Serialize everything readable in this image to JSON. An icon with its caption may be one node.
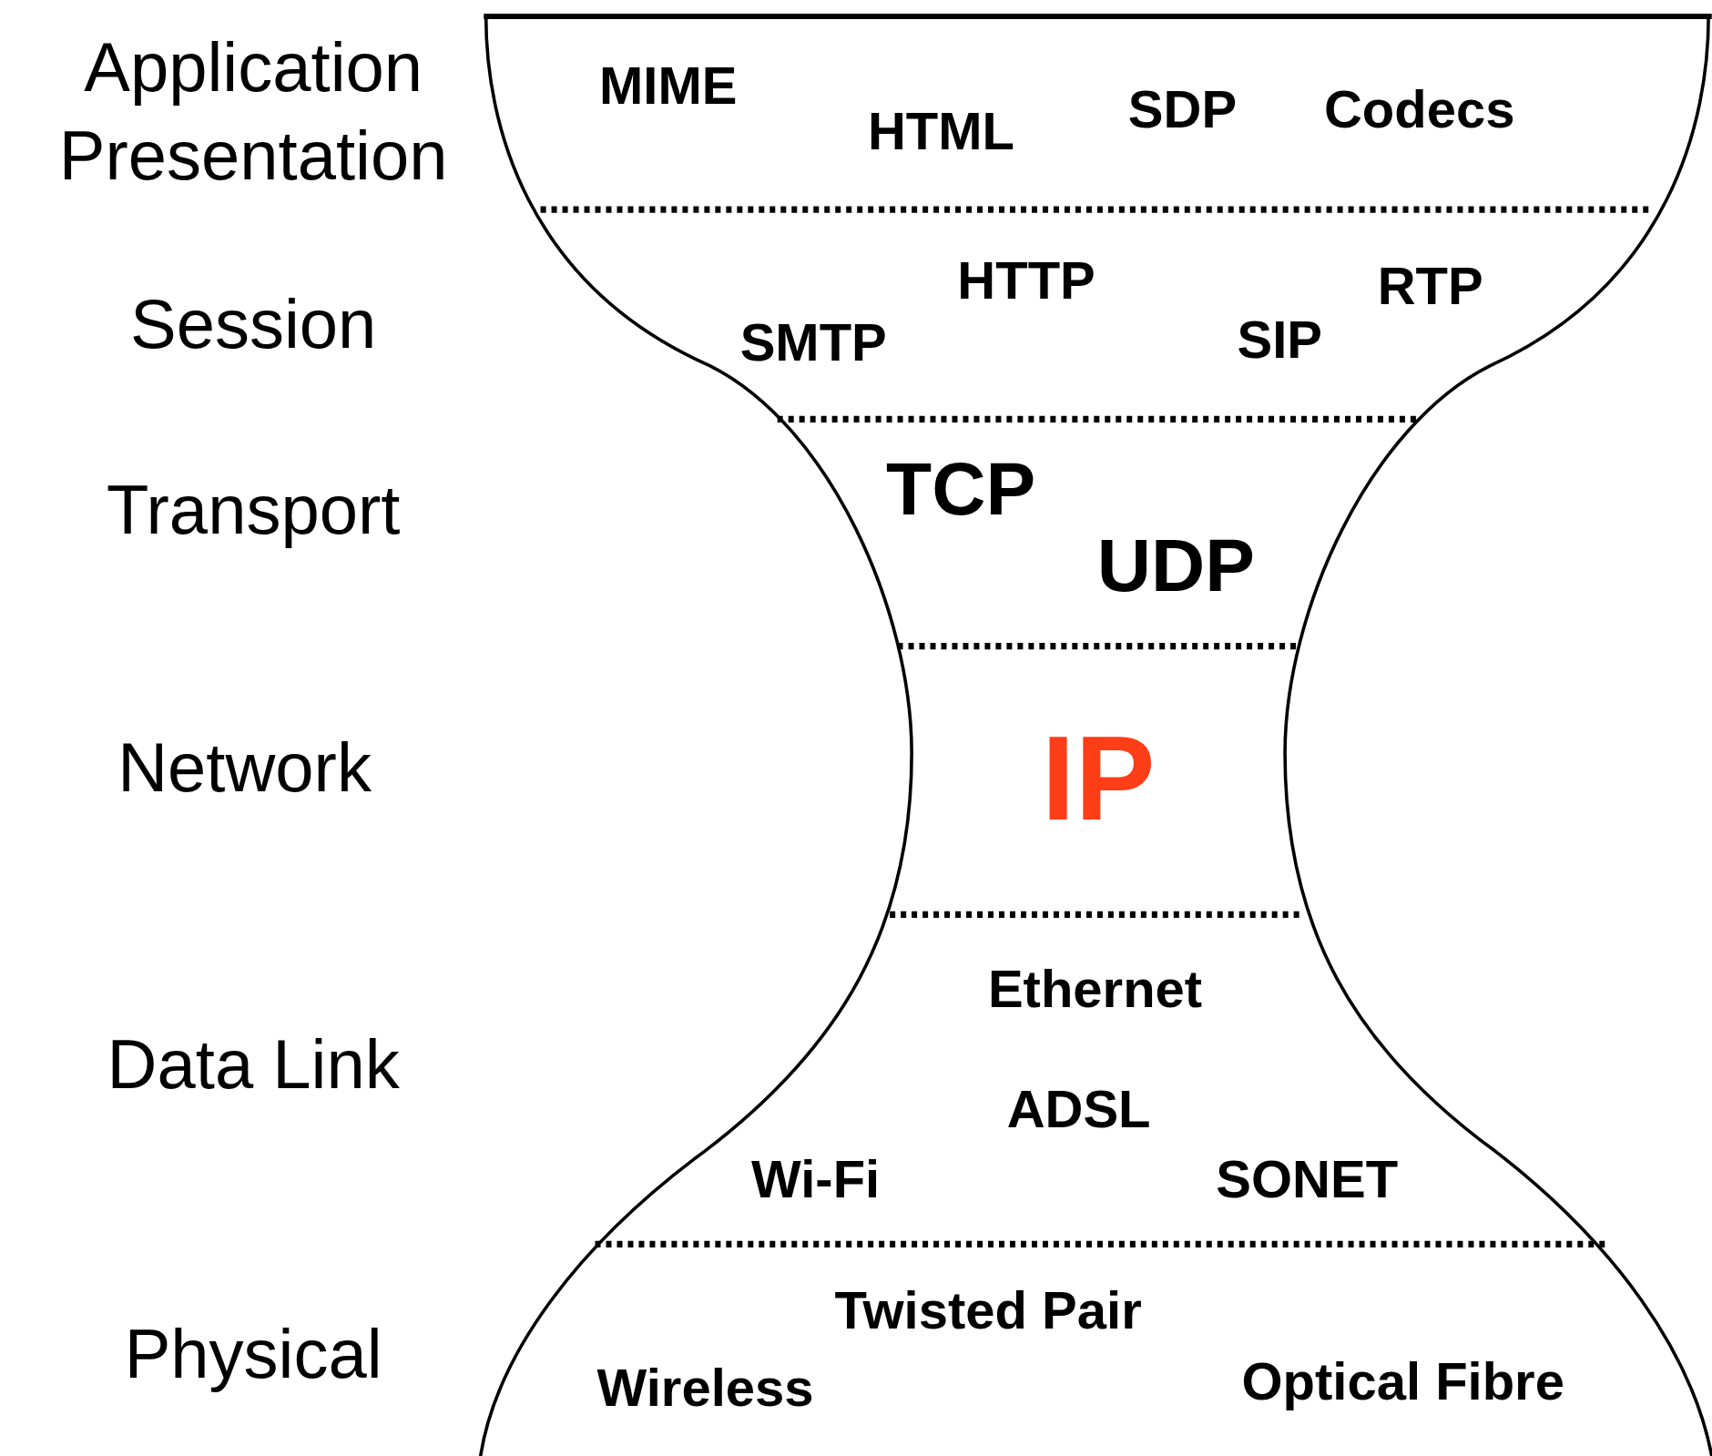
{
  "diagram": {
    "labels": [
      "Application",
      "Presentation",
      "MIME",
      "HTML",
      "SDP",
      "Codecs",
      "Session",
      "HTTP",
      "RTP",
      "SMTP",
      "SIP",
      "Transport",
      "TCP",
      "UDP",
      "Network",
      "IP",
      "Ethernet",
      "Data Link",
      "ADSL",
      "Wi-Fi",
      "SONET",
      "Twisted Pair",
      "Physical",
      "Wireless",
      "Optical Fibre"
    ]
  }
}
